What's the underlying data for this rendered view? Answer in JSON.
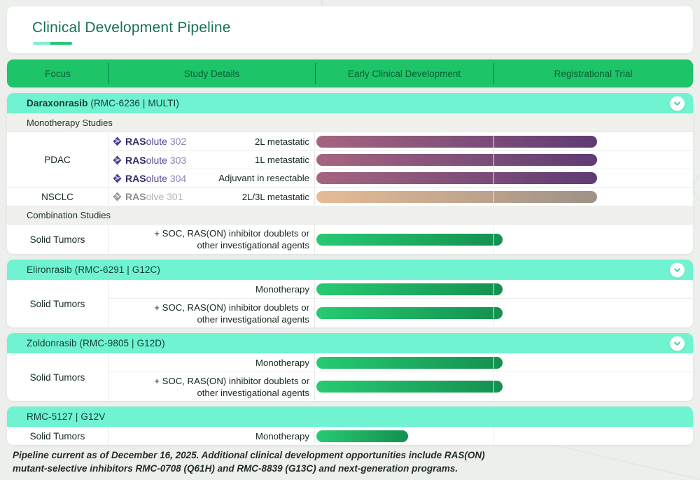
{
  "page_title": "Clinical Development Pipeline",
  "columns": [
    "Focus",
    "Study Details",
    "Early Clinical Development",
    "Registrational Trial"
  ],
  "sections": [
    {
      "id": "daraxonrasib",
      "name": "Daraxonrasib",
      "name_bold": true,
      "suffix": " (RMC-6236 | MULTI)",
      "has_chevron": true,
      "blocks": [
        {
          "type": "subheader",
          "label": "Monotherapy Studies"
        },
        {
          "type": "group",
          "focus": "PDAC",
          "rows": [
            {
              "study": {
                "prefix": "RAS",
                "mid": "olute",
                "num": "302",
                "theme": "purple"
              },
              "detail": [
                "2L metastatic"
              ],
              "bar": {
                "theme": "purple",
                "end_pct": 75
              }
            },
            {
              "study": {
                "prefix": "RAS",
                "mid": "olute",
                "num": "303",
                "theme": "purple"
              },
              "detail": [
                "1L metastatic"
              ],
              "bar": {
                "theme": "purple",
                "end_pct": 75
              }
            },
            {
              "study": {
                "prefix": "RAS",
                "mid": "olute",
                "num": "304",
                "theme": "purple"
              },
              "detail": [
                "Adjuvant in resectable"
              ],
              "bar": {
                "theme": "purple",
                "end_pct": 75
              }
            }
          ]
        },
        {
          "type": "group",
          "focus": "NSCLC",
          "rows": [
            {
              "study": {
                "prefix": "RAS",
                "mid": "olve",
                "num": "301",
                "theme": "gray"
              },
              "detail": [
                "2L/3L metastatic"
              ],
              "bar": {
                "theme": "tan",
                "end_pct": 75
              }
            }
          ]
        },
        {
          "type": "subheader",
          "label": "Combination Studies"
        },
        {
          "type": "group",
          "focus": "Solid Tumors",
          "rows": [
            {
              "detail": [
                "+ SOC, RAS(ON) inhibitor doublets or",
                "other investigational agents"
              ],
              "bar": {
                "theme": "green",
                "end_pct": 50
              }
            }
          ]
        }
      ]
    },
    {
      "id": "elironrasib",
      "name": "Elironrasib",
      "name_bold": false,
      "suffix": " (RMC-6291 | G12C)",
      "has_chevron": true,
      "blocks": [
        {
          "type": "group",
          "focus": "Solid Tumors",
          "rows": [
            {
              "detail": [
                "Monotherapy"
              ],
              "bar": {
                "theme": "green",
                "end_pct": 50
              }
            },
            {
              "detail": [
                "+ SOC, RAS(ON) inhibitor doublets or",
                "other investigational agents"
              ],
              "bar": {
                "theme": "green",
                "end_pct": 50
              }
            }
          ]
        }
      ]
    },
    {
      "id": "zoldonrasib",
      "name": "Zoldonrasib",
      "name_bold": false,
      "suffix": " (RMC-9805 | G12D)",
      "has_chevron": true,
      "blocks": [
        {
          "type": "group",
          "focus": "Solid Tumors",
          "rows": [
            {
              "detail": [
                "Monotherapy"
              ],
              "bar": {
                "theme": "green",
                "end_pct": 50
              }
            },
            {
              "detail": [
                "+ SOC, RAS(ON) inhibitor doublets or",
                "other investigational agents"
              ],
              "bar": {
                "theme": "green",
                "end_pct": 50
              }
            }
          ]
        }
      ]
    },
    {
      "id": "rmc-5127",
      "name": "RMC-5127 | G12V",
      "name_bold": false,
      "suffix": "",
      "has_chevron": false,
      "blocks": [
        {
          "type": "group",
          "focus": "Solid Tumors",
          "rows": [
            {
              "detail": [
                "Monotherapy"
              ],
              "bar": {
                "theme": "green",
                "end_pct": 25
              }
            }
          ]
        }
      ]
    }
  ],
  "footer_text": "Pipeline current as of December 16, 2025. Additional clinical development opportunities include RAS(ON) mutant-selective inhibitors RMC-0708 (Q61H) and RMC-8839 (G13C) and next-generation programs.",
  "colors": {
    "header_green": "#1ec468",
    "section_teal": "#6ff3d1",
    "title_green": "#17724f",
    "underline_teal": "#83f0d2",
    "underline_green": "#2bc873",
    "chevron_green": "#35c99b",
    "icon_purple": "#4d3c8c",
    "icon_gray": "#9b9598",
    "bars": {
      "purple": [
        "#a56580",
        "#5e3c73"
      ],
      "tan": [
        "#e6bc95",
        "#9e9187"
      ],
      "green": [
        "#27ca72",
        "#14904f"
      ]
    }
  },
  "chart_data": {
    "type": "bar",
    "orientation": "horizontal",
    "title": "Clinical Development Pipeline",
    "phase_columns": [
      "Early Clinical Development",
      "Registrational Trial"
    ],
    "note": "end_pct is bar extent across the two phase columns combined (100 = end of Registrational Trial)",
    "series": [
      {
        "program": "Daraxonrasib (RMC-6236 | MULTI)",
        "group": "Monotherapy Studies",
        "focus": "PDAC",
        "study": "RASolute 302",
        "population": "2L metastatic",
        "end_pct": 75,
        "reaches": "Registrational Trial",
        "color": [
          "#a56580",
          "#5e3c73"
        ]
      },
      {
        "program": "Daraxonrasib (RMC-6236 | MULTI)",
        "group": "Monotherapy Studies",
        "focus": "PDAC",
        "study": "RASolute 303",
        "population": "1L metastatic",
        "end_pct": 75,
        "reaches": "Registrational Trial",
        "color": [
          "#a56580",
          "#5e3c73"
        ]
      },
      {
        "program": "Daraxonrasib (RMC-6236 | MULTI)",
        "group": "Monotherapy Studies",
        "focus": "PDAC",
        "study": "RASolute 304",
        "population": "Adjuvant in resectable",
        "end_pct": 75,
        "reaches": "Registrational Trial",
        "color": [
          "#a56580",
          "#5e3c73"
        ]
      },
      {
        "program": "Daraxonrasib (RMC-6236 | MULTI)",
        "group": "Monotherapy Studies",
        "focus": "NSCLC",
        "study": "RASolve 301",
        "population": "2L/3L metastatic",
        "end_pct": 75,
        "reaches": "Registrational Trial",
        "color": [
          "#e6bc95",
          "#9e9187"
        ]
      },
      {
        "program": "Daraxonrasib (RMC-6236 | MULTI)",
        "group": "Combination Studies",
        "focus": "Solid Tumors",
        "study": "+ SOC, RAS(ON) inhibitor doublets or other investigational agents",
        "population": "",
        "end_pct": 50,
        "reaches": "Early Clinical Development",
        "color": [
          "#27ca72",
          "#14904f"
        ]
      },
      {
        "program": "Elironrasib (RMC-6291 | G12C)",
        "group": "",
        "focus": "Solid Tumors",
        "study": "Monotherapy",
        "population": "",
        "end_pct": 50,
        "reaches": "Early Clinical Development",
        "color": [
          "#27ca72",
          "#14904f"
        ]
      },
      {
        "program": "Elironrasib (RMC-6291 | G12C)",
        "group": "",
        "focus": "Solid Tumors",
        "study": "+ SOC, RAS(ON) inhibitor doublets or other investigational agents",
        "population": "",
        "end_pct": 50,
        "reaches": "Early Clinical Development",
        "color": [
          "#27ca72",
          "#14904f"
        ]
      },
      {
        "program": "Zoldonrasib (RMC-9805 | G12D)",
        "group": "",
        "focus": "Solid Tumors",
        "study": "Monotherapy",
        "population": "",
        "end_pct": 50,
        "reaches": "Early Clinical Development",
        "color": [
          "#27ca72",
          "#14904f"
        ]
      },
      {
        "program": "Zoldonrasib (RMC-9805 | G12D)",
        "group": "",
        "focus": "Solid Tumors",
        "study": "+ SOC, RAS(ON) inhibitor doublets or other investigational agents",
        "population": "",
        "end_pct": 50,
        "reaches": "Early Clinical Development",
        "color": [
          "#27ca72",
          "#14904f"
        ]
      },
      {
        "program": "RMC-5127 | G12V",
        "group": "",
        "focus": "Solid Tumors",
        "study": "Monotherapy",
        "population": "",
        "end_pct": 25,
        "reaches": "Early Clinical Development",
        "color": [
          "#27ca72",
          "#14904f"
        ]
      }
    ]
  }
}
